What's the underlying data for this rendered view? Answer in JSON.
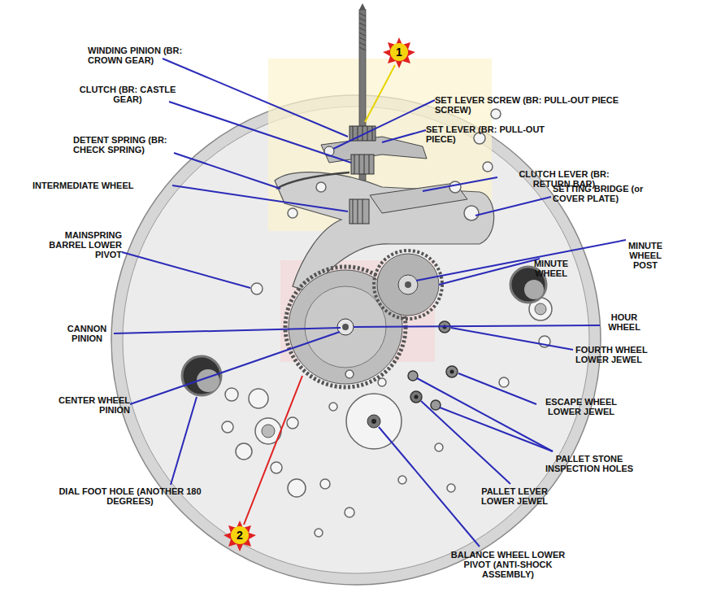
{
  "diagram": {
    "labels": [
      "WINDING PINION (BR: CROWN GEAR)",
      "CLUTCH (BR: CASTLE GEAR)",
      "DETENT SPRING (BR: CHECK SPRING)",
      "INTERMEDIATE WHEEL",
      "MAINSPRING BARREL LOWER PIVOT",
      "CANNON PINION",
      "CENTER WHEEL PINION",
      "DIAL FOOT HOLE (ANOTHER 180 DEGREES)",
      "SET LEVER SCREW (BR: PULL-OUT PIECE SCREW)",
      "SET LEVER (BR: PULL-OUT PIECE)",
      "CLUTCH LEVER (BR: RETURN BAR)",
      "SETTING BRIDGE (or COVER PLATE)",
      "MINUTE WHEEL POST",
      "MINUTE WHEEL",
      "HOUR WHEEL",
      "FOURTH WHEEL LOWER JEWEL",
      "ESCAPE WHEEL LOWER JEWEL",
      "PALLET STONE INSPECTION HOLES",
      "PALLET LEVER LOWER JEWEL",
      "BALANCE WHEEL LOWER PIVOT (ANTI-SHOCK ASSEMBLY)",
      "1",
      "2"
    ]
  }
}
